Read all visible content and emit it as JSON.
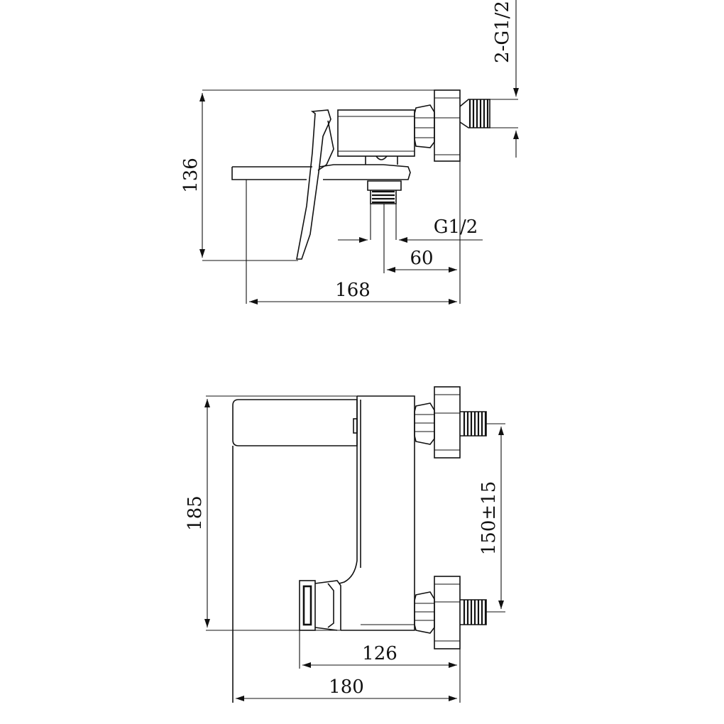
{
  "dimensions": {
    "side_height": "136",
    "side_width_overall": "168",
    "side_inlet_offset": "60",
    "side_inlet_thread": "G1/2",
    "side_top_threads": "2-G1/2",
    "top_depth": "185",
    "top_width_inner": "126",
    "top_width_overall": "180",
    "top_centers": "150±15"
  }
}
